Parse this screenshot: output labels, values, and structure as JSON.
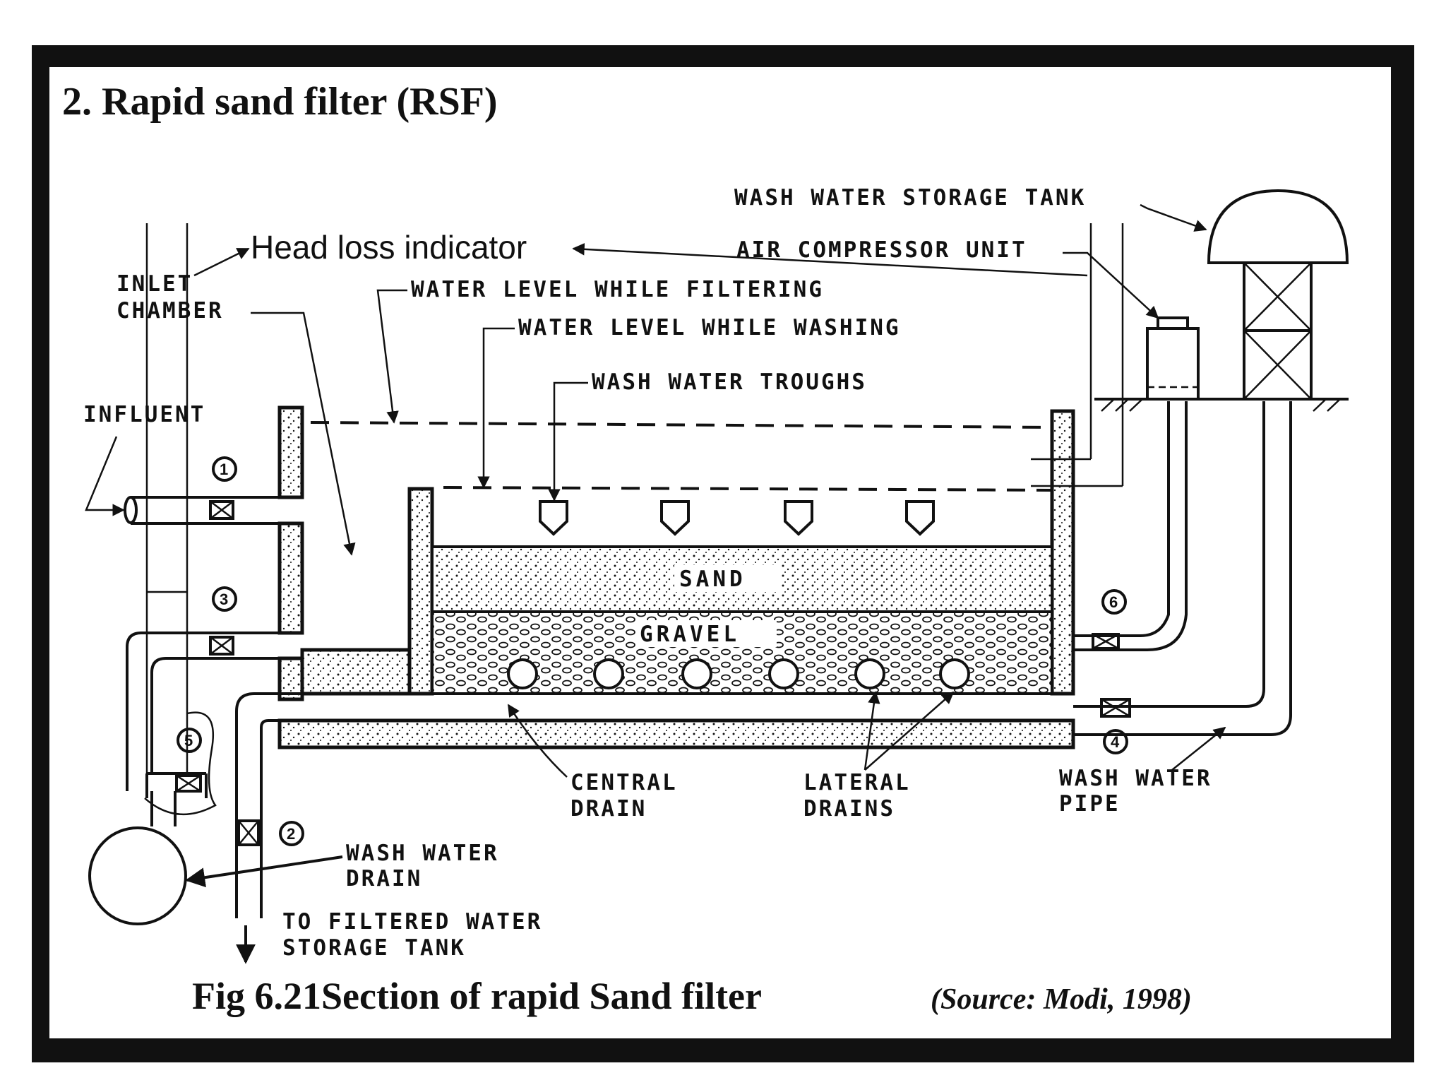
{
  "title": "2. Rapid sand filter (RSF)",
  "annotation": "Head loss indicator",
  "labels": {
    "wash_water_storage_tank": "WASH WATER STORAGE TANK",
    "air_compressor_unit": "AIR COMPRESSOR UNIT",
    "water_level_filtering": "WATER LEVEL WHILE FILTERING",
    "water_level_washing": "WATER LEVEL WHILE WASHING",
    "wash_water_troughs": "WASH WATER TROUGHS",
    "inlet_chamber_1": "INLET",
    "inlet_chamber_2": "CHAMBER",
    "influent": "INFLUENT",
    "sand": "SAND",
    "gravel": "GRAVEL",
    "central_drain_1": "CENTRAL",
    "central_drain_2": "DRAIN",
    "lateral_drains_1": "LATERAL",
    "lateral_drains_2": "DRAINS",
    "wash_water_pipe_1": "WASH WATER",
    "wash_water_pipe_2": "PIPE",
    "wash_water_drain_1": "WASH WATER",
    "wash_water_drain_2": "DRAIN",
    "filtered_water_1": "TO FILTERED WATER",
    "filtered_water_2": "STORAGE TANK"
  },
  "valves": [
    "1",
    "2",
    "3",
    "4",
    "5",
    "6"
  ],
  "caption": {
    "main": "Fig 6.21Section of rapid Sand filter",
    "source": "(Source: Modi, 1998)"
  }
}
